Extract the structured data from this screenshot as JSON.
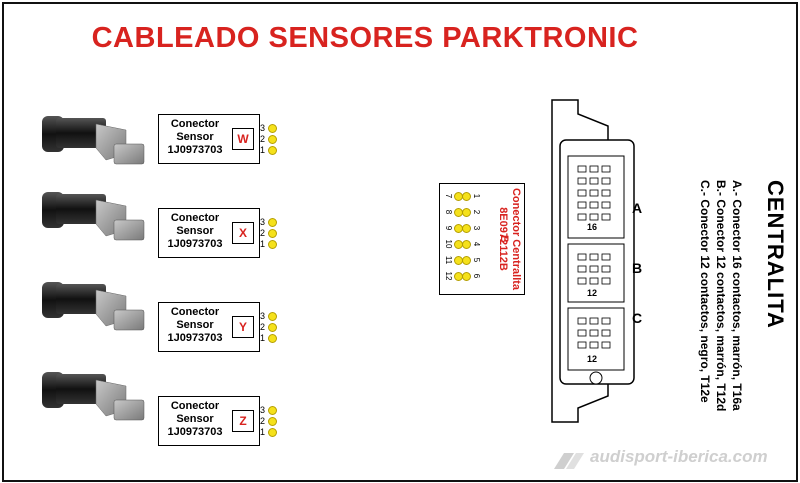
{
  "title": "CABLEADO SENSORES PARKTRONIC",
  "sensors": [
    {
      "conector": "Conector",
      "sensor": "Sensor",
      "part": "1J0973703",
      "letter": "W",
      "pins": [
        "3",
        "2",
        "1"
      ]
    },
    {
      "conector": "Conector",
      "sensor": "Sensor",
      "part": "1J0973703",
      "letter": "X",
      "pins": [
        "3",
        "2",
        "1"
      ]
    },
    {
      "conector": "Conector",
      "sensor": "Sensor",
      "part": "1J0973703",
      "letter": "Y",
      "pins": [
        "3",
        "2",
        "1"
      ]
    },
    {
      "conector": "Conector",
      "sensor": "Sensor",
      "part": "1J0973703",
      "letter": "Z",
      "pins": [
        "3",
        "2",
        "1"
      ]
    }
  ],
  "centralita_connector": {
    "line1": "Conector Centrallta B",
    "line2": "8E0972112B",
    "row_top": [
      "1",
      "2",
      "3",
      "4",
      "5",
      "6"
    ],
    "row_bottom": [
      "7",
      "8",
      "9",
      "10",
      "11",
      "12"
    ]
  },
  "centralita": {
    "title": "CENTRALITA",
    "connectors": [
      "A",
      "B",
      "C"
    ],
    "pin16": "16",
    "pin12a": "12",
    "pin12b": "12",
    "lines": [
      "A.- Conector 16 contactos, marrón, T16a",
      "B.- Conector 12 contactos, marrón, T12d",
      "C.- Conector 12 contactos, negro, T12e"
    ]
  },
  "watermark": "audisport-iberica.com",
  "colors": {
    "title": "#d8231f",
    "pin_dot": "#f5e11b",
    "letter": "#d8231f"
  }
}
